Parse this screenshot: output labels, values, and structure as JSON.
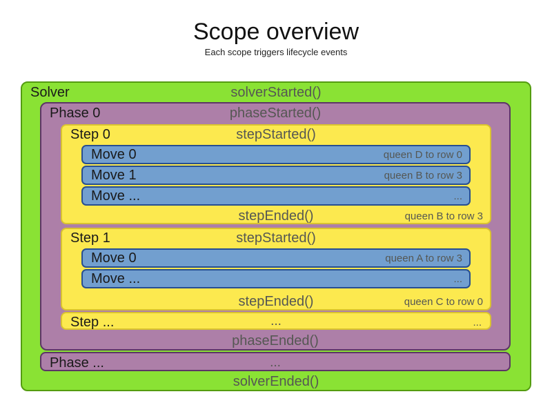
{
  "page": {
    "title": "Scope overview",
    "subtitle": "Each scope triggers lifecycle events"
  },
  "colors": {
    "solver_fill": "#8ae234",
    "solver_border": "#549c10",
    "phase_fill": "#ad7fa8",
    "phase_border": "#5c3566",
    "step_fill": "#fce94f",
    "step_border": "#d9c32f",
    "move_fill": "#729fcf",
    "move_border": "#274e91",
    "event_text": "#555753",
    "label_text": "#1a1a1a"
  },
  "solver": {
    "label": "Solver",
    "start_event": "solverStarted()",
    "end_event": "solverEnded()",
    "phases": [
      {
        "label": "Phase 0",
        "start_event": "phaseStarted()",
        "end_event": "phaseEnded()",
        "steps": [
          {
            "label": "Step 0",
            "start_event": "stepStarted()",
            "end_event": "stepEnded()",
            "end_note": "queen B to row 3",
            "moves": [
              {
                "label": "Move 0",
                "note": "queen D to row 0"
              },
              {
                "label": "Move 1",
                "note": "queen B to row 3"
              },
              {
                "label": "Move ...",
                "note": "..."
              }
            ]
          },
          {
            "label": "Step 1",
            "start_event": "stepStarted()",
            "end_event": "stepEnded()",
            "end_note": "queen C to row 0",
            "moves": [
              {
                "label": "Move 0",
                "note": "queen A to row 3"
              },
              {
                "label": "Move ...",
                "note": "..."
              }
            ]
          },
          {
            "label": "Step ...",
            "center_text": "...",
            "right_text": "..."
          }
        ]
      },
      {
        "label": "Phase ...",
        "center_text": "..."
      }
    ]
  }
}
